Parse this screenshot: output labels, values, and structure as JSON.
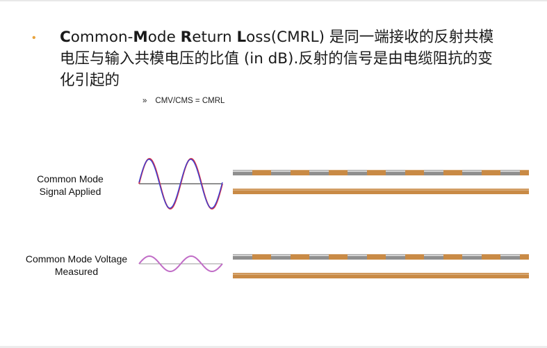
{
  "bullet": {
    "bold_prefix_1": "C",
    "text_1": "ommon-",
    "bold_prefix_2": "M",
    "text_2": "ode ",
    "bold_prefix_3": "R",
    "text_3": "eturn ",
    "bold_prefix_4": "L",
    "text_4": "oss(CMRL) 是同一端接收的反射共模电压与输入共模电压的比值 (in dB).反射的信号是由电缆阻抗的变化引起的"
  },
  "sub_bullet": {
    "marker": "»",
    "text": "CMV/CMS = CMRL"
  },
  "rows": {
    "applied": {
      "line1": "Common Mode",
      "line2": "Signal Applied"
    },
    "measured": {
      "line1": "Common Mode Voltage",
      "line2": "Measured"
    }
  },
  "colors": {
    "bullet_dot": "#e8a33d",
    "cable_copper": "#c98a45",
    "cable_stripe": "#8f8f8f",
    "wave_red": "#d6334a",
    "wave_blue": "#3b3fd1",
    "wave_measured": "#c06cc6"
  }
}
